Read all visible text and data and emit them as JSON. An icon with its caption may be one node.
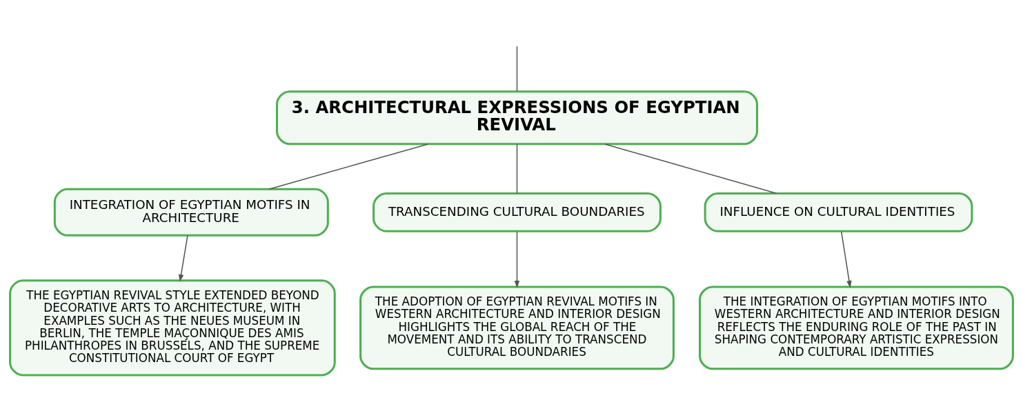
{
  "diagram": {
    "nodes": [
      {
        "text": [
          "3. ARCHITECTURAL EXPRESSIONS OF EGYPTIAN REVIVAL"
        ]
      },
      {
        "text": [
          "INTEGRATION OF EGYPTIAN MOTIFS IN ARCHITECTURE"
        ]
      },
      {
        "text": [
          "TRANSCENDING CULTURAL BOUNDARIES"
        ]
      },
      {
        "text": [
          "INFLUENCE ON CULTURAL IDENTITIES"
        ]
      },
      {
        "text": [
          "THE EGYPTIAN REVIVAL STYLE EXTENDED BEYOND DECORATIVE ARTS TO ARCHITECTURE, WITH EXAMPLES SUCH AS THE NEUES MUSEUM IN BERLIN, THE TEMPLE MAÇONNIQUE DES AMIS PHILANTHROPES IN BRUSSELS, AND THE SUPREME CONSTITUTIONAL COURT OF EGYPT"
        ]
      },
      {
        "text": [
          "THE ADOPTION OF EGYPTIAN REVIVAL MOTIFS IN WESTERN ARCHITECTURE AND INTERIOR DESIGN HIGHLIGHTS THE GLOBAL REACH OF THE MOVEMENT AND ITS ABILITY TO TRANSCEND CULTURAL BOUNDARIES"
        ]
      },
      {
        "text": [
          "THE INTEGRATION OF EGYPTIAN MOTIFS INTO WESTERN ARCHITECTURE AND INTERIOR DESIGN REFLECTS THE ENDURING ROLE OF THE PAST IN SHAPING CONTEMPORARY ARTISTIC EXPRESSION AND CULTURAL IDENTITIES"
        ]
      }
    ],
    "edges": [
      {
        "from": null,
        "to": 0,
        "arrow": "none"
      },
      {
        "from": 0,
        "to": 1,
        "arrow": "none"
      },
      {
        "from": 0,
        "to": 2,
        "arrow": "none"
      },
      {
        "from": 0,
        "to": 3,
        "arrow": "none"
      },
      {
        "from": 1,
        "to": 4,
        "arrow": "to"
      },
      {
        "from": 2,
        "to": 5,
        "arrow": "to"
      },
      {
        "from": 3,
        "to": 6,
        "arrow": "to"
      }
    ]
  }
}
